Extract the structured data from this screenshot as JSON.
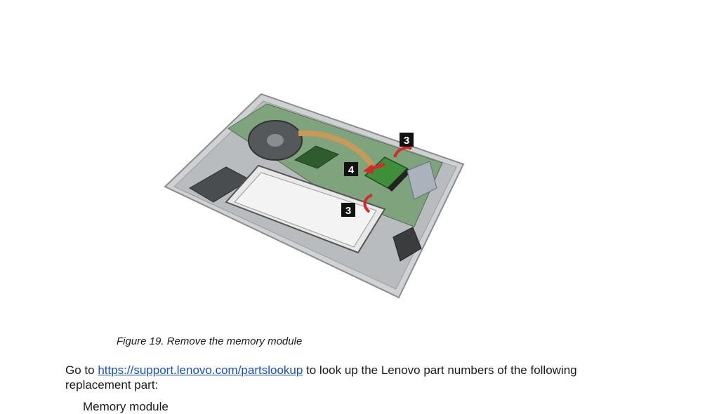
{
  "figure": {
    "callouts": [
      {
        "label": "3"
      },
      {
        "label": "4"
      },
      {
        "label": "3"
      }
    ]
  },
  "caption": "Figure 19. Remove the memory module",
  "paragraph": {
    "prefix": "Go to ",
    "link_text": "https://support.lenovo.com/partslookup",
    "suffix": " to look up the Lenovo part numbers of the following replacement part:"
  },
  "parts": [
    "Memory module"
  ],
  "colors": {
    "callout_bg": "#111111",
    "arrow": "#d42a2a",
    "link": "#1a4fc0"
  }
}
